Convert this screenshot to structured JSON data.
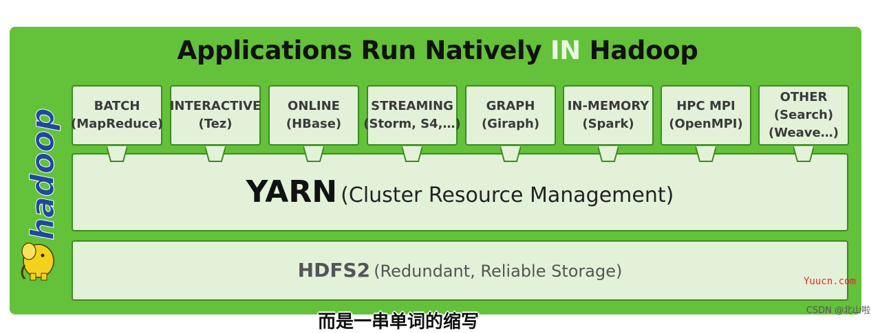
{
  "title": {
    "before": "Applications Run Natively ",
    "highlight": "IN",
    "after": " Hadoop"
  },
  "apps": [
    {
      "line1": "BATCH",
      "line2": "(MapReduce)"
    },
    {
      "line1": "INTERACTIVE",
      "line2": "(Tez)"
    },
    {
      "line1": "ONLINE",
      "line2": "(HBase)"
    },
    {
      "line1": "STREAMING",
      "line2": "(Storm, S4,…)"
    },
    {
      "line1": "GRAPH",
      "line2": "(Giraph)"
    },
    {
      "line1": "IN-MEMORY",
      "line2": "(Spark)"
    },
    {
      "line1": "HPC MPI",
      "line2": "(OpenMPI)"
    },
    {
      "line1": "OTHER",
      "line2": "(Search)",
      "line3": "(Weave…)"
    }
  ],
  "yarn": {
    "name": "YARN",
    "desc": "(Cluster Resource Management)"
  },
  "hdfs": {
    "name": "HDFS2",
    "desc": "(Redundant, Reliable Storage)"
  },
  "logo": {
    "text": "hadoop",
    "icon": "elephant-icon"
  },
  "watermark": "Yuucn.com",
  "credit": "CSDN @北山啦",
  "subtitle": "而是一串单词的缩写",
  "colors": {
    "frame": "#63c13a",
    "box": "#e3f1d8",
    "border": "#3b8a20",
    "watermark": "#e0282a"
  }
}
